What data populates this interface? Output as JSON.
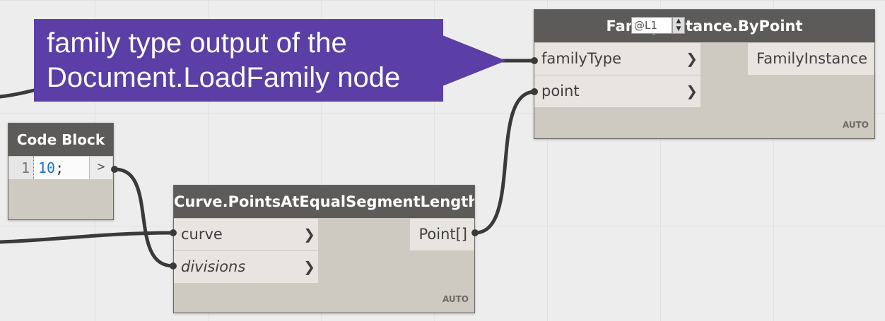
{
  "callout": {
    "line1": "family type output of the",
    "line2": "Document.LoadFamily node",
    "color": "#5b3ea6"
  },
  "family_node": {
    "title": "FamilyInstance.ByPoint",
    "inputs": [
      {
        "label": "familyType"
      },
      {
        "label": "point",
        "default_value": "@L1"
      }
    ],
    "output": "FamilyInstance",
    "lacing": "AUTO"
  },
  "code_block": {
    "title": "Code Block",
    "line_number": "1",
    "code_value": "10",
    "code_terminator": ";",
    "output_glyph": ">"
  },
  "curve_node": {
    "title": "Curve.PointsAtEqualSegmentLength",
    "inputs": [
      {
        "label": "curve"
      },
      {
        "label": "divisions"
      }
    ],
    "output": "Point[]",
    "lacing": "AUTO"
  },
  "colors": {
    "header": "#5d5b59",
    "node_body": "#cec9c1",
    "port_bg": "#e8e5e1",
    "wire": "#3a3a3a",
    "canvas": "#ededed"
  },
  "icons": {
    "port_chevron": "chevron-right-icon",
    "spinner": "spinner-icon"
  }
}
